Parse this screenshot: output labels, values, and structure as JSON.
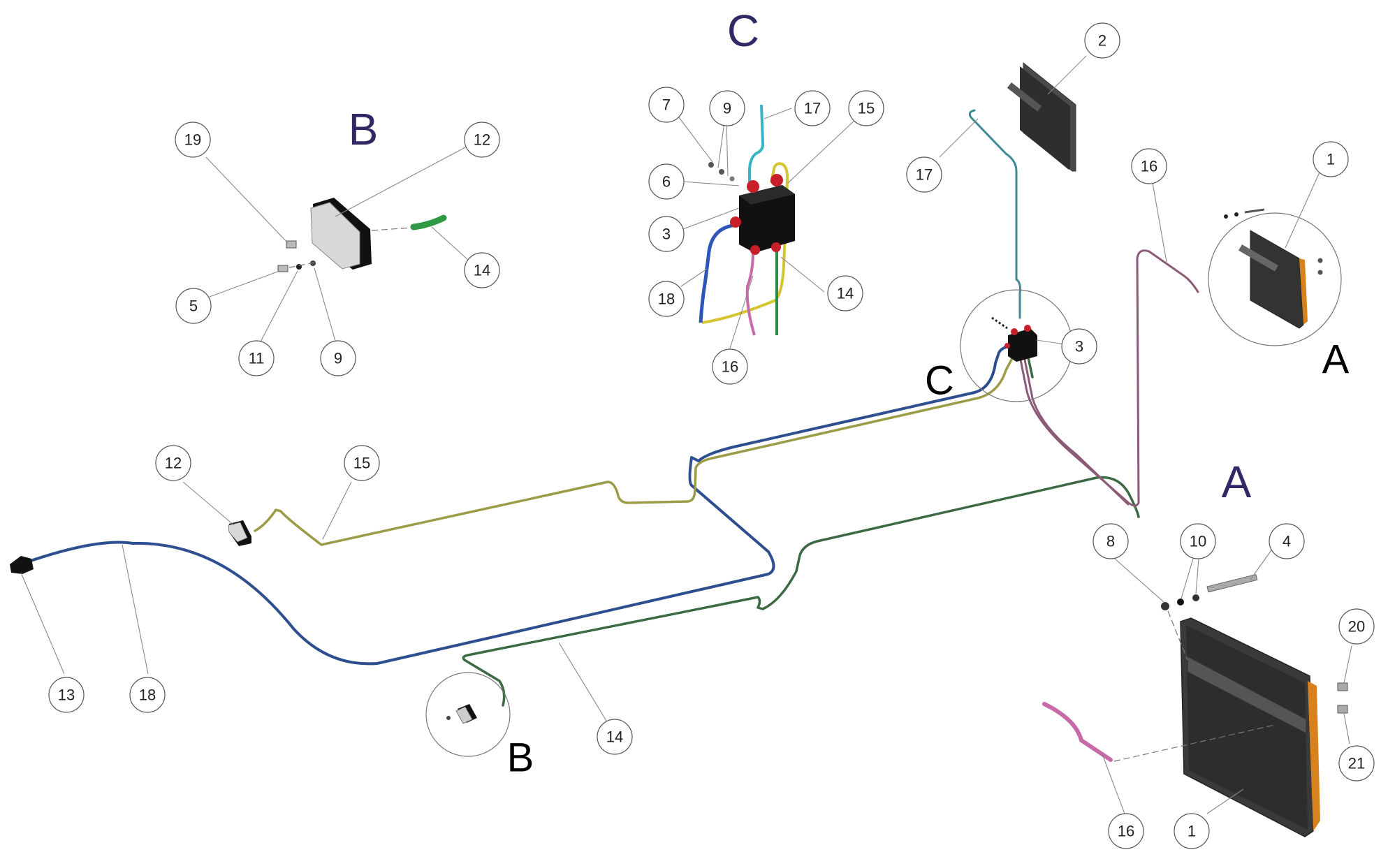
{
  "views": {
    "b": "B",
    "c": "C",
    "a": "A",
    "c_small": "C",
    "a_small": "A",
    "b_small": "B"
  },
  "callouts": {
    "b_19": "19",
    "b_12": "12",
    "b_14": "14",
    "b_5": "5",
    "b_11": "11",
    "b_9": "9",
    "c_7": "7",
    "c_9": "9",
    "c_17": "17",
    "c_15": "15",
    "c_6": "6",
    "c_3": "3",
    "c_18": "18",
    "c_14": "14",
    "c_16": "16",
    "r_2": "2",
    "r_17": "17",
    "r_16": "16",
    "r_1": "1",
    "r_3": "3",
    "l_12": "12",
    "l_15": "15",
    "l_13": "13",
    "l_18": "18",
    "l_14": "14",
    "a_8": "8",
    "a_10": "10",
    "a_4": "4",
    "a_20": "20",
    "a_21": "21",
    "a_16": "16",
    "a_1": "1"
  },
  "colors": {
    "view_letter": "#2f2a66",
    "manifold_body": "#111111",
    "fitting": "#c8202a",
    "blue_pipe": "#2d4e8f",
    "yellow_pipe": "#9b9c48",
    "green_pipe": "#3c6a43",
    "mauve_pipe": "#8a5a76",
    "teal_pipe": "#3f8a96",
    "hose_green": "#2f9a44",
    "hose_pink": "#c86aa8"
  }
}
